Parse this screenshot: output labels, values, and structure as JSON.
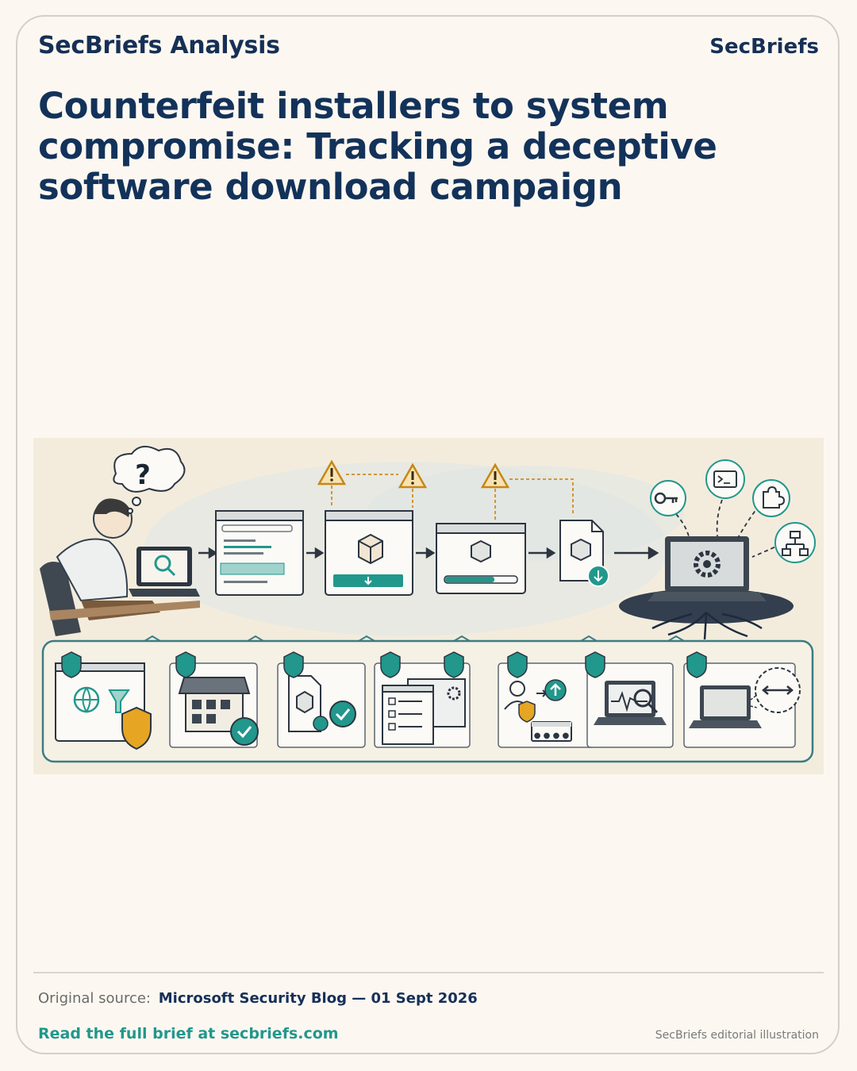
{
  "header": {
    "brand_left": "SecBriefs Analysis",
    "brand_right": "SecBriefs"
  },
  "headline": "Counterfeit installers to system compromise: Tracking a deceptive software download campaign",
  "illustration": {
    "question_mark": "?",
    "attack_stages": [
      "search-result",
      "download-page",
      "installer-progress",
      "downloaded-package",
      "compromised-laptop"
    ],
    "payload_icons": [
      "key-icon",
      "terminal-icon",
      "puzzle-icon",
      "network-icon"
    ],
    "defense_panels": [
      "web-filtering",
      "trusted-store",
      "signed-package",
      "app-control-policy",
      "user-privilege",
      "endpoint-monitoring",
      "network-isolation"
    ]
  },
  "footer": {
    "source_label": "Original source:",
    "source_value": "Microsoft Security Blog — 01 Sept 2026",
    "cta": "Read the full brief at secbriefs.com",
    "credit": "SecBriefs editorial illustration"
  },
  "colors": {
    "background": "#fcf8f1",
    "navy": "#13325a",
    "teal": "#22978c",
    "warning": "#e0a028"
  }
}
